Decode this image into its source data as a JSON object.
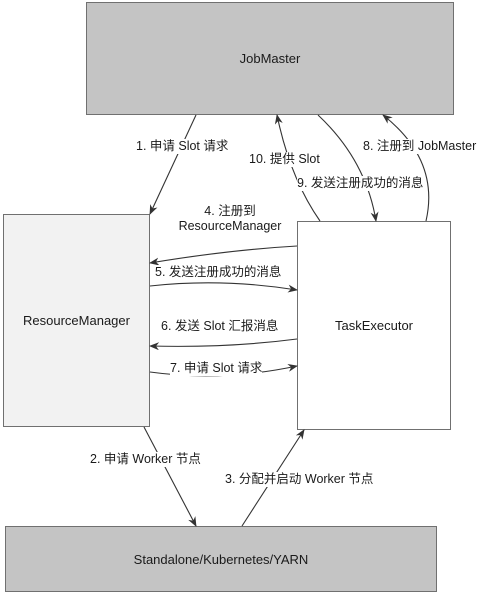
{
  "nodes": {
    "jobmaster": "JobMaster",
    "resource_manager": "ResourceManager",
    "task_executor": "TaskExecutor",
    "platform": "Standalone/Kubernetes/YARN"
  },
  "edges": {
    "e1": "1. 申请 Slot 请求",
    "e2": "2. 申请 Worker 节点",
    "e3": "3. 分配并启动 Worker 节点",
    "e4_line1": "4. 注册到",
    "e4_line2": "ResourceManager",
    "e5": "5. 发送注册成功的消息",
    "e6": "6. 发送 Slot 汇报消息",
    "e7": "7. 申请 Slot 请求",
    "e8": "8. 注册到 JobMaster",
    "e9": "9. 发送注册成功的消息",
    "e10": "10. 提供 Slot"
  }
}
